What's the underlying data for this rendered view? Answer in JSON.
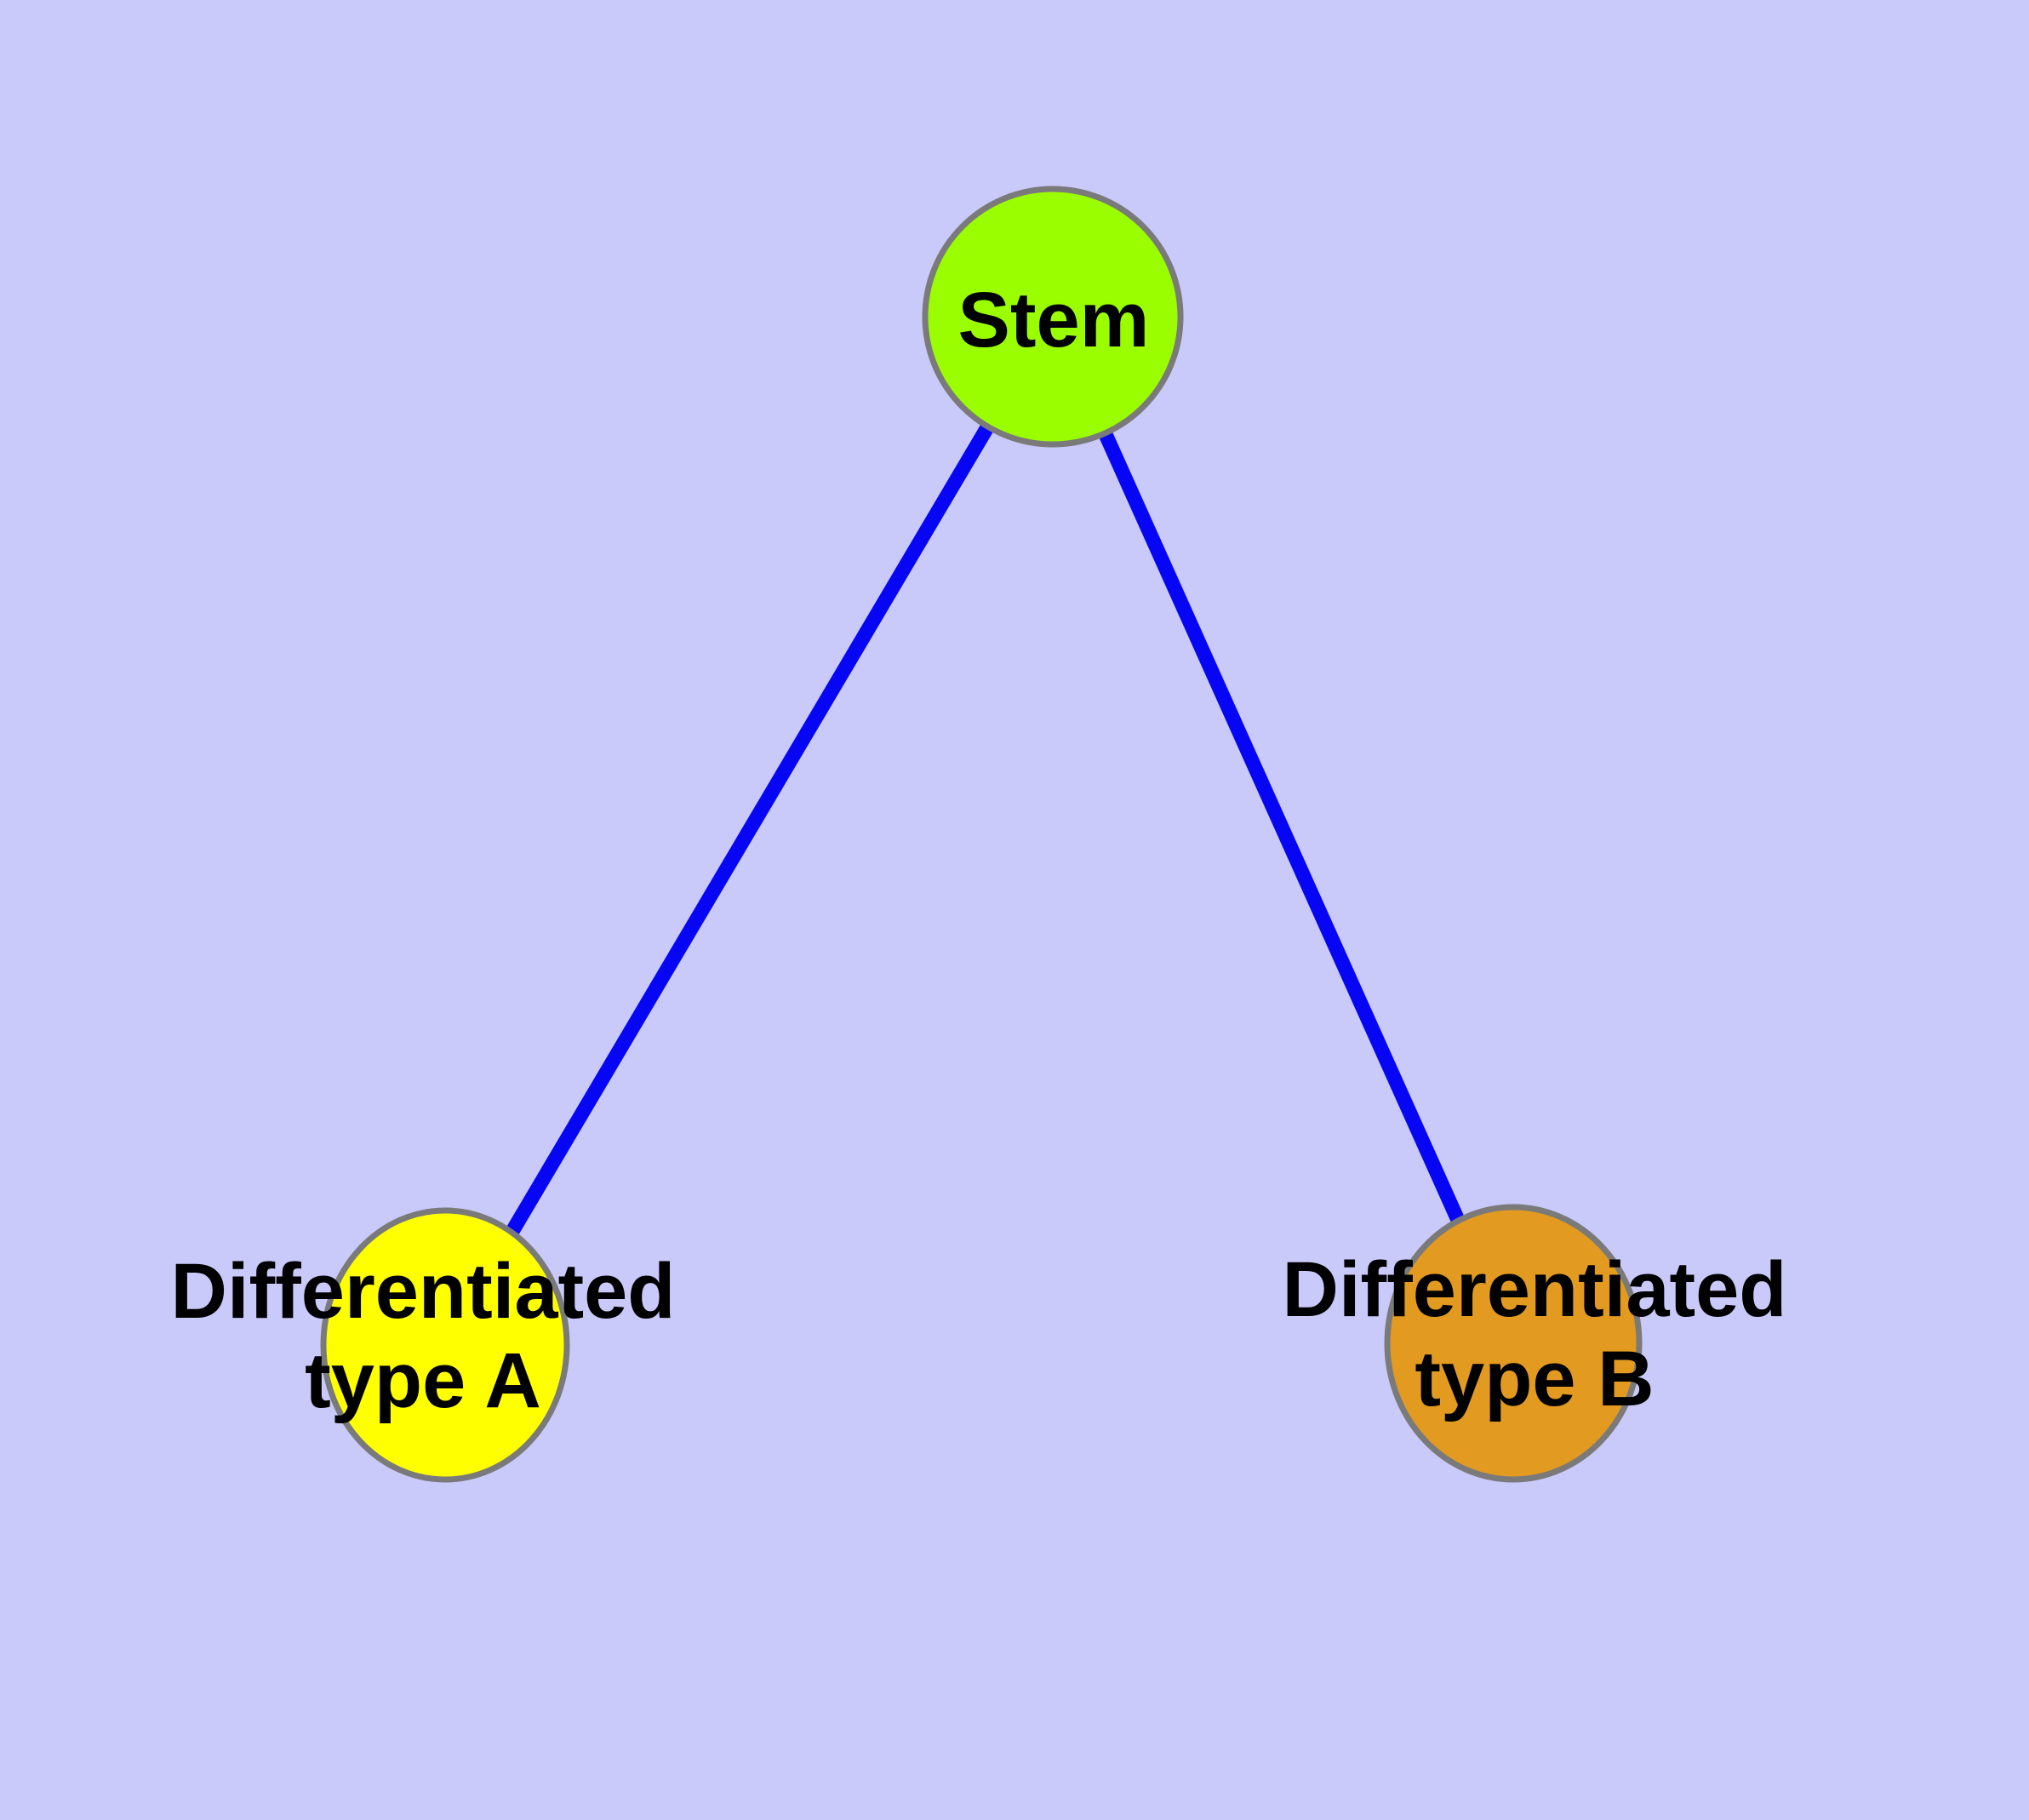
{
  "diagram": {
    "background_color": "#C9C9FA",
    "edge_color": "#0606F5",
    "node_border_color": "#7A7A7A",
    "label_color": "#000000",
    "nodes": [
      {
        "id": "stem",
        "label": "Stem",
        "fill": "#9AFE00"
      },
      {
        "id": "differentiated-type-a",
        "label": "Differentiated type A",
        "label_line1": "Differentiated",
        "label_line2": "type A",
        "fill": "#FFFF00"
      },
      {
        "id": "differentiated-type-b",
        "label": "Differentiated type B",
        "label_line1": "Differentiated",
        "label_line2": "type B",
        "fill": "#E29A20"
      }
    ],
    "edges": [
      {
        "from": "stem",
        "to": "differentiated-type-a"
      },
      {
        "from": "stem",
        "to": "differentiated-type-b"
      }
    ]
  }
}
